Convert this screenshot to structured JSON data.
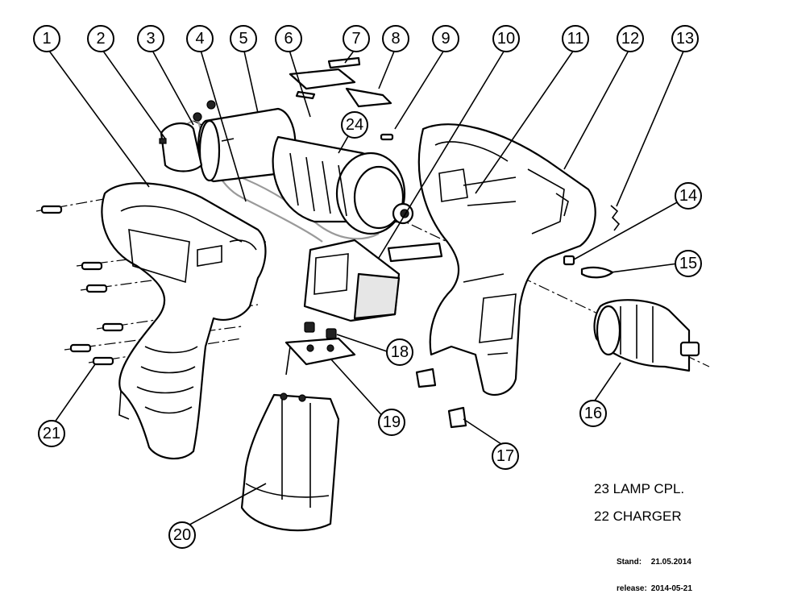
{
  "callouts": [
    "1",
    "2",
    "3",
    "4",
    "5",
    "6",
    "7",
    "8",
    "9",
    "10",
    "11",
    "12",
    "13",
    "14",
    "15",
    "16",
    "17",
    "18",
    "19",
    "20",
    "21",
    "24"
  ],
  "legend": {
    "lines": [
      "23 LAMP CPL.",
      "22 CHARGER"
    ]
  },
  "stamp": {
    "stand_label": "Stand:",
    "stand_value": "21.05.2014",
    "release_label": "release:",
    "release_value": "2014-05-21"
  },
  "colors": {
    "line": "#000000",
    "wire": "#9a9a9a",
    "background": "#ffffff"
  }
}
